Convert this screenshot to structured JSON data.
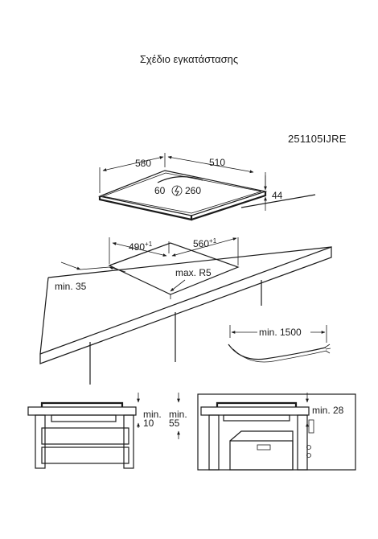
{
  "title": "Σχέδιο εγκατάστασης",
  "code": "251105IJRE",
  "top_view": {
    "width": "580",
    "depth": "510",
    "power_min": "60",
    "power_max": "260",
    "height": "44"
  },
  "cutout": {
    "width": "490",
    "width_tol": "+1",
    "depth": "560",
    "depth_tol": "+1",
    "radius": "max. R5",
    "front_clearance": "min. 35"
  },
  "cable": {
    "length": "min. 1500"
  },
  "side_left": {
    "min_a": "min.",
    "val_a": "10",
    "min_b": "min.",
    "val_b": "55"
  },
  "side_right": {
    "clearance": "min. 28"
  }
}
